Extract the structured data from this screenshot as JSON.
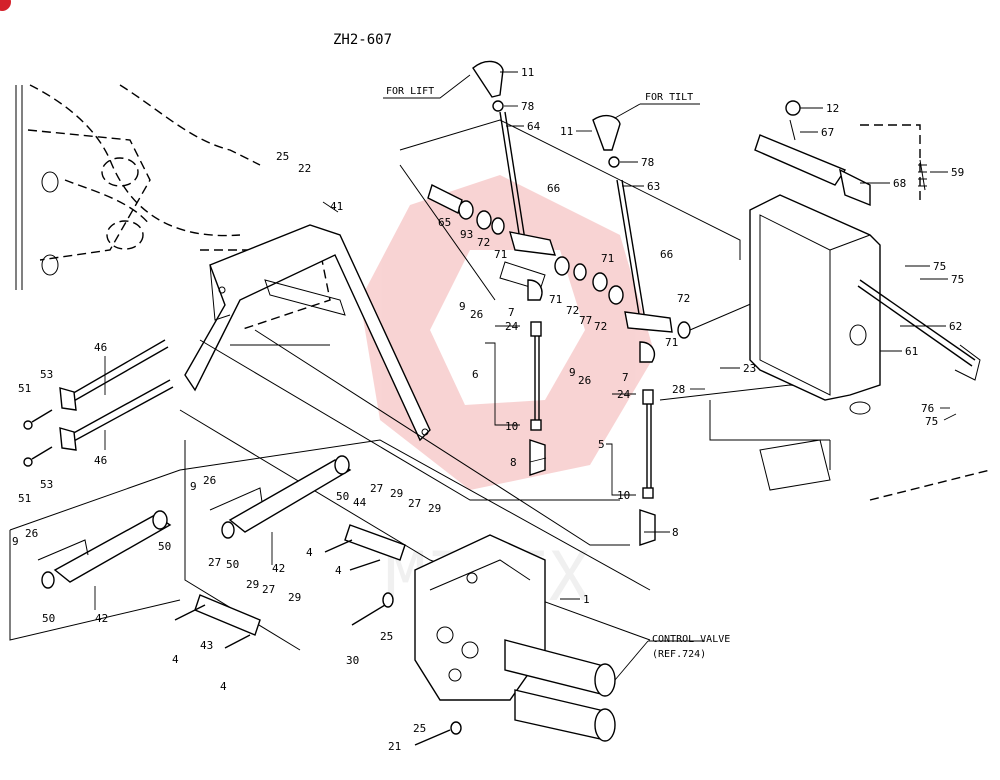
{
  "drawing": {
    "title": "ZH2-607",
    "notes": {
      "for_lift": "FOR LIFT",
      "for_tilt": "FOR TILT",
      "control_valve": "CONTROL VALVE",
      "control_valve_ref": "(REF.724)"
    },
    "watermark": "MITEX"
  },
  "callouts": [
    {
      "id": "c1",
      "label": "11"
    },
    {
      "id": "c2",
      "label": "78"
    },
    {
      "id": "c3",
      "label": "64"
    },
    {
      "id": "c4",
      "label": "11"
    },
    {
      "id": "c5",
      "label": "78"
    },
    {
      "id": "c6",
      "label": "63"
    },
    {
      "id": "c7",
      "label": "12"
    },
    {
      "id": "c8",
      "label": "67"
    },
    {
      "id": "c9",
      "label": "68"
    },
    {
      "id": "c10",
      "label": "59"
    },
    {
      "id": "c11",
      "label": "75"
    },
    {
      "id": "c12",
      "label": "75"
    },
    {
      "id": "c13",
      "label": "62"
    },
    {
      "id": "c14",
      "label": "61"
    },
    {
      "id": "c15",
      "label": "76"
    },
    {
      "id": "c16",
      "label": "75"
    },
    {
      "id": "c17",
      "label": "23"
    },
    {
      "id": "c18",
      "label": "28"
    },
    {
      "id": "c19",
      "label": "65"
    },
    {
      "id": "c20",
      "label": "93"
    },
    {
      "id": "c21",
      "label": "72"
    },
    {
      "id": "c22",
      "label": "71"
    },
    {
      "id": "c23",
      "label": "66"
    },
    {
      "id": "c24",
      "label": "9"
    },
    {
      "id": "c25",
      "label": "26"
    },
    {
      "id": "c26",
      "label": "71"
    },
    {
      "id": "c27",
      "label": "72"
    },
    {
      "id": "c28",
      "label": "77"
    },
    {
      "id": "c29",
      "label": "72"
    },
    {
      "id": "c30",
      "label": "71"
    },
    {
      "id": "c31",
      "label": "66"
    },
    {
      "id": "c32",
      "label": "72"
    },
    {
      "id": "c33",
      "label": "71"
    },
    {
      "id": "c34",
      "label": "7"
    },
    {
      "id": "c35",
      "label": "24"
    },
    {
      "id": "c36",
      "label": "6"
    },
    {
      "id": "c37",
      "label": "10"
    },
    {
      "id": "c38",
      "label": "8"
    },
    {
      "id": "c39",
      "label": "9"
    },
    {
      "id": "c40",
      "label": "26"
    },
    {
      "id": "c41",
      "label": "7"
    },
    {
      "id": "c42",
      "label": "24"
    },
    {
      "id": "c43",
      "label": "5"
    },
    {
      "id": "c44",
      "label": "10"
    },
    {
      "id": "c45",
      "label": "8"
    },
    {
      "id": "c46",
      "label": "25"
    },
    {
      "id": "c47",
      "label": "22"
    },
    {
      "id": "c48",
      "label": "41"
    },
    {
      "id": "c49",
      "label": "46"
    },
    {
      "id": "c50",
      "label": "53"
    },
    {
      "id": "c51",
      "label": "51"
    },
    {
      "id": "c52",
      "label": "46"
    },
    {
      "id": "c53",
      "label": "53"
    },
    {
      "id": "c54",
      "label": "51"
    },
    {
      "id": "c55",
      "label": "9"
    },
    {
      "id": "c56",
      "label": "26"
    },
    {
      "id": "c57",
      "label": "50"
    },
    {
      "id": "c58",
      "label": "50"
    },
    {
      "id": "c59",
      "label": "42"
    },
    {
      "id": "c60",
      "label": "9"
    },
    {
      "id": "c61",
      "label": "26"
    },
    {
      "id": "c62",
      "label": "50"
    },
    {
      "id": "c63",
      "label": "50"
    },
    {
      "id": "c64",
      "label": "42"
    },
    {
      "id": "c65",
      "label": "27"
    },
    {
      "id": "c66",
      "label": "29"
    },
    {
      "id": "c67",
      "label": "44"
    },
    {
      "id": "c68",
      "label": "27"
    },
    {
      "id": "c69",
      "label": "29"
    },
    {
      "id": "c70",
      "label": "4"
    },
    {
      "id": "c71",
      "label": "4"
    },
    {
      "id": "c72",
      "label": "27"
    },
    {
      "id": "c73",
      "label": "29"
    },
    {
      "id": "c74",
      "label": "27"
    },
    {
      "id": "c75",
      "label": "29"
    },
    {
      "id": "c76",
      "label": "4"
    },
    {
      "id": "c77",
      "label": "43"
    },
    {
      "id": "c78",
      "label": "4"
    },
    {
      "id": "c79",
      "label": "25"
    },
    {
      "id": "c80",
      "label": "30"
    },
    {
      "id": "c81",
      "label": "1"
    },
    {
      "id": "c82",
      "label": "25"
    },
    {
      "id": "c83",
      "label": "21"
    }
  ]
}
